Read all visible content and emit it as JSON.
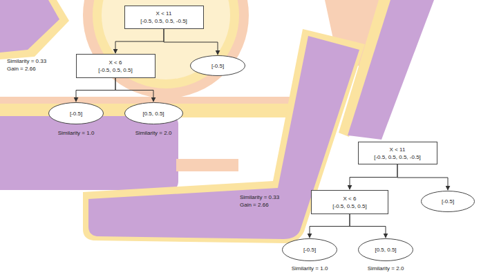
{
  "diagram": {
    "nodes": [
      {
        "text": [
          "X < 11",
          "[-0.5, 0.5, 0.5, -0.5]"
        ]
      },
      {
        "text": [
          "X < 6",
          "[-0.5, 0.5, 0.5]"
        ]
      },
      {
        "text": [
          "[-0.5]"
        ]
      },
      {
        "text": [
          "[-0.5]"
        ]
      },
      {
        "text": [
          "[0.5, 0.5]"
        ]
      },
      {
        "text": [
          "X < 11",
          "[-0.5, 0.5, 0.5, -0.5]"
        ]
      },
      {
        "text": [
          "X < 6",
          "[-0.5, 0.5, 0.5]"
        ]
      },
      {
        "text": [
          "[-0.5]"
        ]
      },
      {
        "text": [
          "[-0.5]"
        ]
      },
      {
        "text": [
          "[0.5, 0.5]"
        ]
      }
    ],
    "edges": [
      {
        "from": 0,
        "to": 1,
        "arrow": "to"
      },
      {
        "from": 0,
        "to": 2,
        "arrow": "to"
      },
      {
        "from": 1,
        "to": 3,
        "arrow": "to"
      },
      {
        "from": 1,
        "to": 4,
        "arrow": "to"
      },
      {
        "from": 5,
        "to": 6,
        "arrow": "to"
      },
      {
        "from": 5,
        "to": 7,
        "arrow": "to"
      },
      {
        "from": 6,
        "to": 8,
        "arrow": "to"
      },
      {
        "from": 6,
        "to": 9,
        "arrow": "to"
      }
    ],
    "labels": [
      "Similarity = 0.33",
      "Gain = 2.66",
      "Similarity = 1.0",
      "Similarity = 2.0",
      "Similarity = 0.33",
      "Gain = 2.66",
      "Similarity = 1.0",
      "Similarity = 2.0"
    ]
  }
}
